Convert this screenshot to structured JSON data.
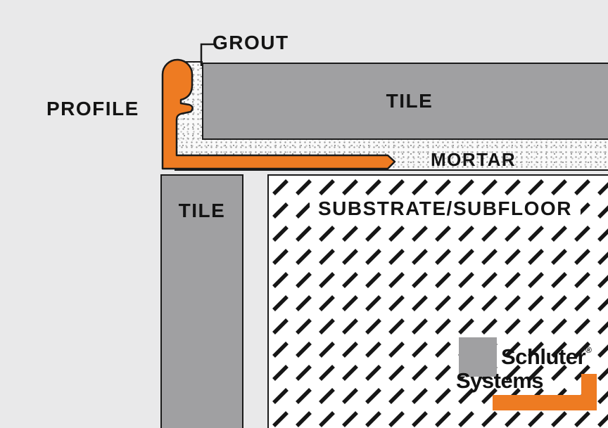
{
  "diagram": {
    "labels": {
      "grout": "GROUT",
      "profile": "PROFILE",
      "tile_top": "TILE",
      "mortar": "MORTAR",
      "tile_left": "TILE",
      "substrate": "SUBSTRATE/SUBFLOOR"
    },
    "logo": {
      "line1": "Schluter",
      "registered_mark": "®",
      "line2": "Systems"
    },
    "colors": {
      "background": "#e9e9ea",
      "tile_gray": "#a0a0a2",
      "profile_orange": "#ee7b22",
      "line_black": "#1a1a1a",
      "mortar_white": "#fafafa"
    }
  }
}
